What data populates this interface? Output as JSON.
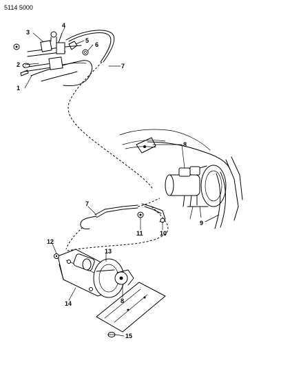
{
  "diagram_code": "5114 5000",
  "callouts": {
    "c1": "1",
    "c2": "2",
    "c3": "3",
    "c4": "4",
    "c5": "5",
    "c6": "6",
    "c7a": "7",
    "c7b": "7",
    "c8a": "8",
    "c8b": "8",
    "c9": "9",
    "c10": "10",
    "c11": "11",
    "c12": "12",
    "c13": "13",
    "c14": "14",
    "c15": "15"
  }
}
